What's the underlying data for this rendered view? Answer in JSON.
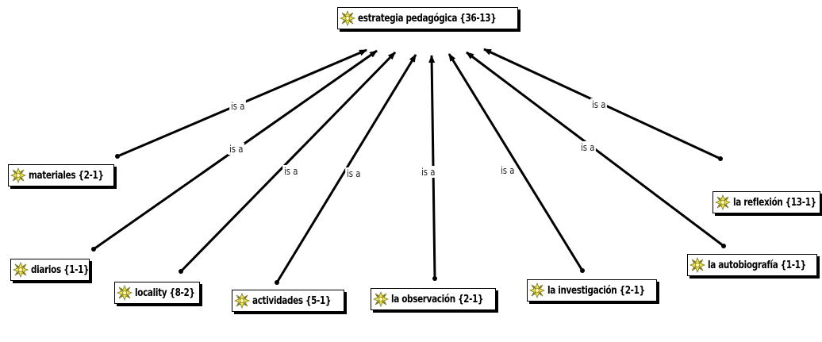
{
  "diagram": {
    "icon": "code-family-icon",
    "colors": {
      "icon_fill": "#f2e24a",
      "icon_stroke": "#7a7a2a",
      "edge": "#000000",
      "node_border": "#000000"
    },
    "root": {
      "id": "estrategia",
      "label": "estrategia pedagógica {36-13}"
    },
    "children": [
      {
        "id": "materiales",
        "label": "materiales {2-1}",
        "relation": "is a"
      },
      {
        "id": "diarios",
        "label": "diarios {1-1}",
        "relation": "is a"
      },
      {
        "id": "locality",
        "label": "locality {8-2}",
        "relation": "is a"
      },
      {
        "id": "actividades",
        "label": "actividades {5-1}",
        "relation": "is a"
      },
      {
        "id": "observacion",
        "label": "la observación {2-1}",
        "relation": "is a"
      },
      {
        "id": "investigacion",
        "label": "la investigación {2-1}",
        "relation": "is a"
      },
      {
        "id": "autobiografia",
        "label": "la autobiografía {1-1}",
        "relation": "is a"
      },
      {
        "id": "reflexion",
        "label": "la reflexión {13-1}",
        "relation": "is a"
      }
    ]
  }
}
